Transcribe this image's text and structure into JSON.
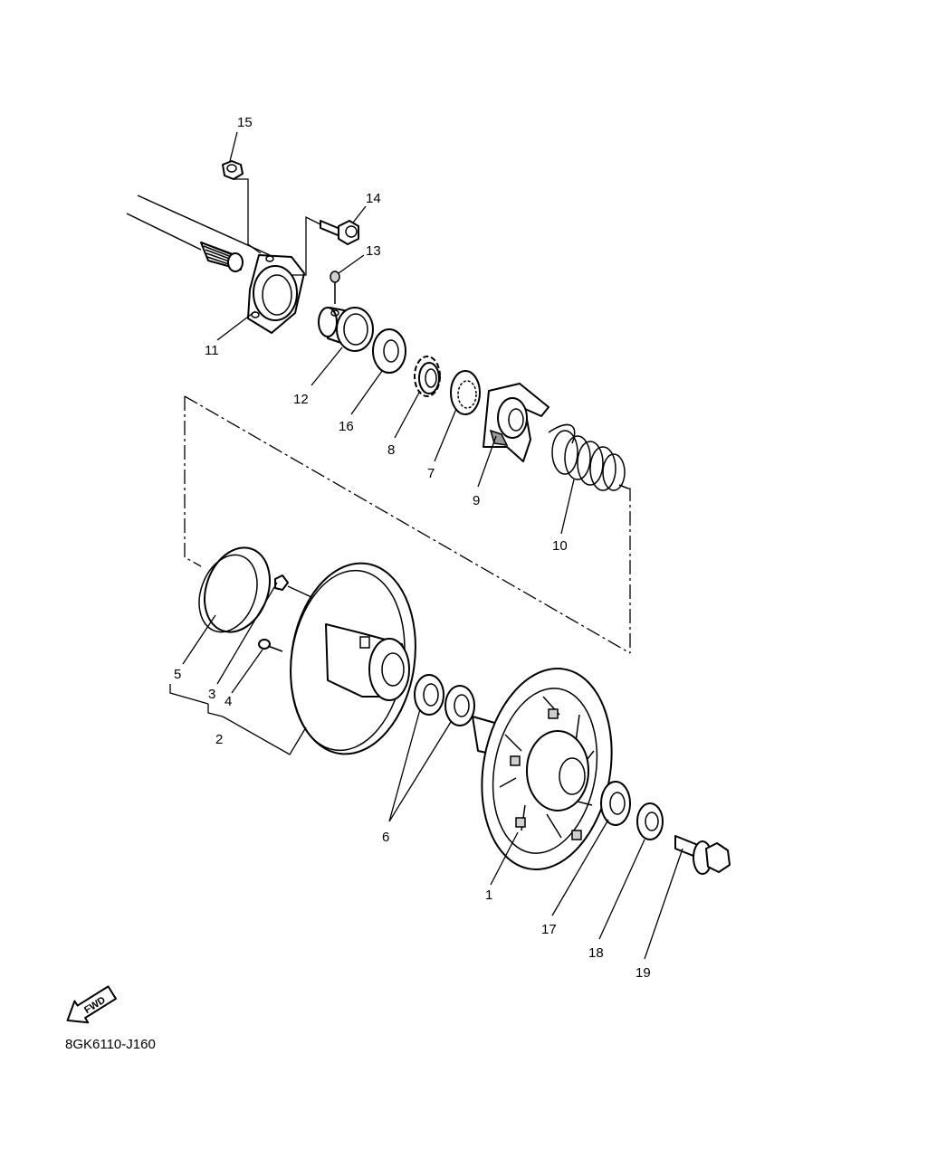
{
  "diagram": {
    "part_labels": [
      "1",
      "2",
      "3",
      "4",
      "5",
      "6",
      "7",
      "8",
      "9",
      "10",
      "11",
      "12",
      "13",
      "14",
      "15",
      "16",
      "17",
      "18",
      "19"
    ],
    "fwd_text": "FWD",
    "drawing_code": "8GK6110-J160"
  }
}
